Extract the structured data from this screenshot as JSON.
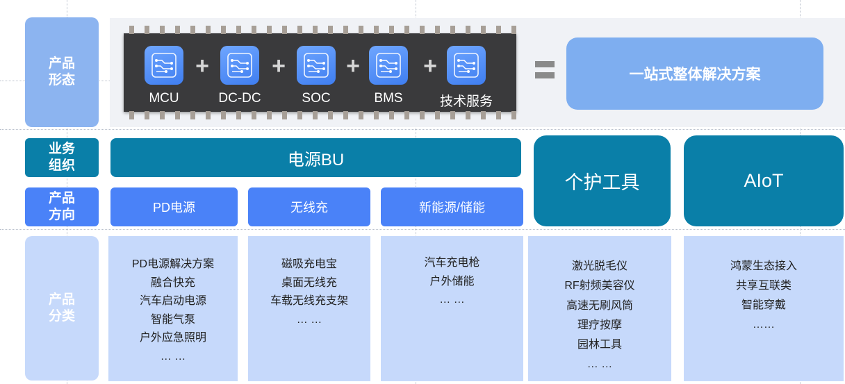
{
  "rows": {
    "form": "产品\n形态",
    "org": "业务\n组织",
    "direction": "产品\n方向",
    "category": "产品\n分类"
  },
  "chip_items": [
    {
      "label": "MCU",
      "icon": "circuit-board-icon"
    },
    {
      "label": "DC-DC",
      "icon": "circuit-board-icon"
    },
    {
      "label": "SOC",
      "icon": "circuit-board-icon"
    },
    {
      "label": "BMS",
      "icon": "circuit-board-icon"
    },
    {
      "label": "技术服务",
      "icon": "circuit-board-icon"
    }
  ],
  "plus_symbol": "+",
  "equals_symbol": "〓",
  "solution": "一站式整体解决方案",
  "org": {
    "power_bu": "电源BU",
    "personal_care": "个护工具",
    "aiot": "AIoT"
  },
  "directions": [
    "PD电源",
    "无线充",
    "新能源/储能"
  ],
  "categories": [
    [
      "PD电源解决方案",
      "融合快充",
      "汽车启动电源",
      "智能气泵",
      "户外应急照明",
      "… …"
    ],
    [
      "磁吸充电宝",
      "桌面无线充",
      "车载无线充支架",
      "… …"
    ],
    [
      "汽车充电枪",
      "户外储能",
      "… …"
    ],
    [
      "激光脱毛仪",
      "RF射频美容仪",
      "高速无刷风筒",
      "理疗按摩",
      "园林工具",
      "… …"
    ],
    [
      "鸿蒙生态接入",
      "共享互联类",
      "智能穿戴",
      "……"
    ]
  ],
  "colors": {
    "label_light": "#8cb4f0",
    "label_teal": "#0a7fa8",
    "label_blue": "#4a82f8",
    "label_pale": "#c6d9fb",
    "chip_body": "#3a3a3c",
    "icon_blue": "#4a86f5"
  }
}
